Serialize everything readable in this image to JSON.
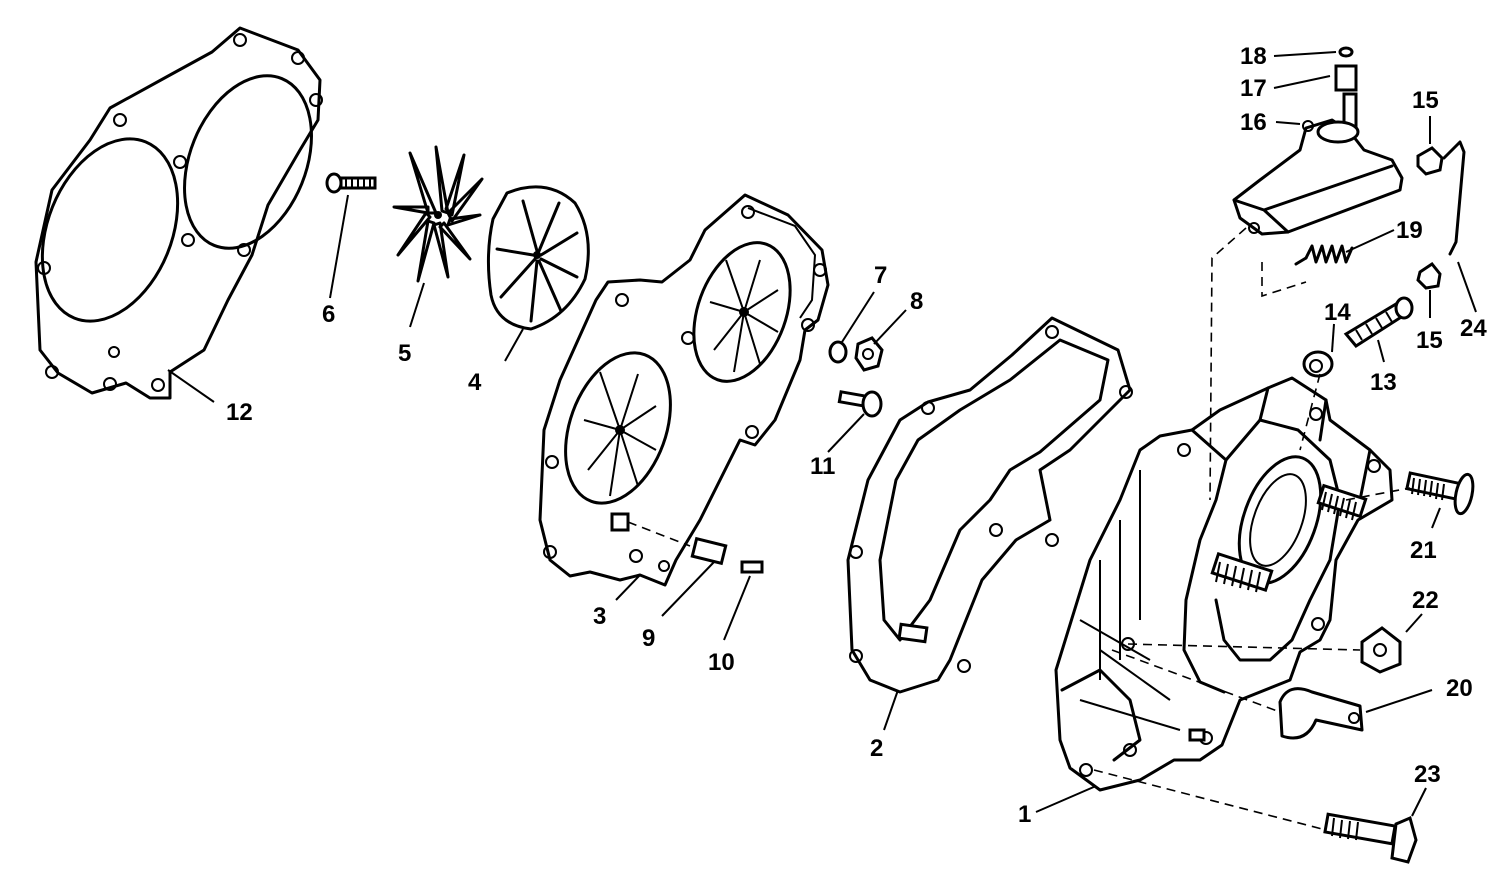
{
  "callouts": [
    {
      "id": "1",
      "label": "1"
    },
    {
      "id": "2",
      "label": "2"
    },
    {
      "id": "3",
      "label": "3"
    },
    {
      "id": "4",
      "label": "4"
    },
    {
      "id": "5",
      "label": "5"
    },
    {
      "id": "6",
      "label": "6"
    },
    {
      "id": "7",
      "label": "7"
    },
    {
      "id": "8",
      "label": "8"
    },
    {
      "id": "9",
      "label": "9"
    },
    {
      "id": "10",
      "label": "10"
    },
    {
      "id": "11",
      "label": "11"
    },
    {
      "id": "12",
      "label": "12"
    },
    {
      "id": "13",
      "label": "13"
    },
    {
      "id": "14",
      "label": "14"
    },
    {
      "id": "15a",
      "label": "15"
    },
    {
      "id": "15b",
      "label": "15"
    },
    {
      "id": "16",
      "label": "16"
    },
    {
      "id": "17",
      "label": "17"
    },
    {
      "id": "18",
      "label": "18"
    },
    {
      "id": "19",
      "label": "19"
    },
    {
      "id": "20",
      "label": "20"
    },
    {
      "id": "21",
      "label": "21"
    },
    {
      "id": "22",
      "label": "22"
    },
    {
      "id": "23",
      "label": "23"
    },
    {
      "id": "24",
      "label": "24"
    }
  ]
}
